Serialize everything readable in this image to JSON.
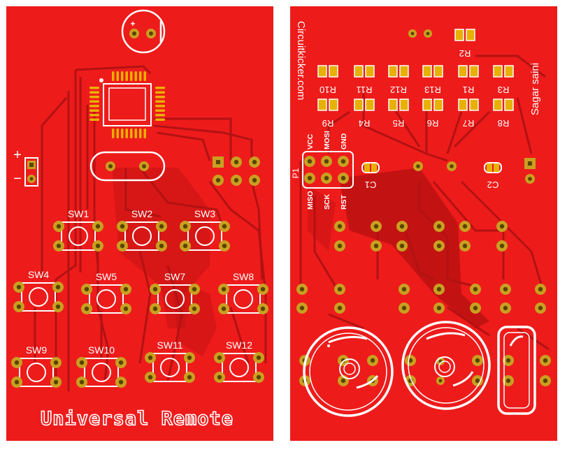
{
  "colors": {
    "board": "#ee1b1b",
    "board_dark": "#bf1010",
    "pour_dark": "#a80c0c",
    "trace": "#b21212",
    "pad": "#c9a020",
    "pad_hole": "#5a4400",
    "silk": "#ffffff",
    "chip": "#e8b000",
    "background": "#ffffff"
  },
  "left_board": {
    "title_text": "Universal Remote",
    "battery_plus": "+",
    "battery_minus": "−",
    "led_plus": "+",
    "switches": [
      "SW1",
      "SW2",
      "SW3",
      "SW4",
      "SW5",
      "SW7",
      "SW8",
      "SW9",
      "SW10",
      "SW11",
      "SW12"
    ]
  },
  "right_board": {
    "brand_text": "Circuitkicker.com",
    "author_text": "Sagar saini",
    "header_label": "P1",
    "header_pins_top": [
      "VCC",
      "MOSI",
      "GND"
    ],
    "header_pins_bottom": [
      "MISO",
      "SCK",
      "RST"
    ],
    "resistors_top": [
      "R2"
    ],
    "resistors_row1": [
      "R10",
      "R11",
      "R12",
      "R13",
      "R1",
      "R3"
    ],
    "resistors_row2": [
      "R9",
      "R4",
      "R5",
      "R6",
      "R7",
      "R8"
    ],
    "capacitors": [
      "C1",
      "C2"
    ]
  }
}
